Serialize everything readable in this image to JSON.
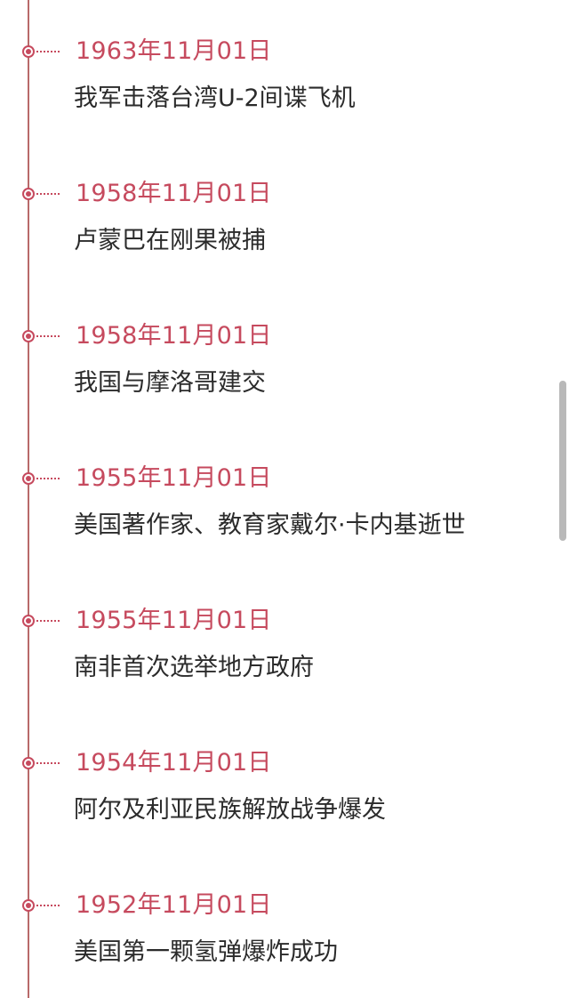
{
  "events": [
    {
      "date": "1963年11月01日",
      "title": "我军击落台湾U-2间谍飞机"
    },
    {
      "date": "1958年11月01日",
      "title": "卢蒙巴在刚果被捕"
    },
    {
      "date": "1958年11月01日",
      "title": "我国与摩洛哥建交"
    },
    {
      "date": "1955年11月01日",
      "title": "美国著作家、教育家戴尔·卡内基逝世"
    },
    {
      "date": "1955年11月01日",
      "title": "南非首次选举地方政府"
    },
    {
      "date": "1954年11月01日",
      "title": "阿尔及利亚民族解放战争爆发"
    },
    {
      "date": "1952年11月01日",
      "title": "美国第一颗氢弹爆炸成功"
    }
  ],
  "colors": {
    "accent": "#c64a5e",
    "line": "#b86a6a",
    "text": "#2b2b2b",
    "scrollbar": "#b9b9b9"
  }
}
